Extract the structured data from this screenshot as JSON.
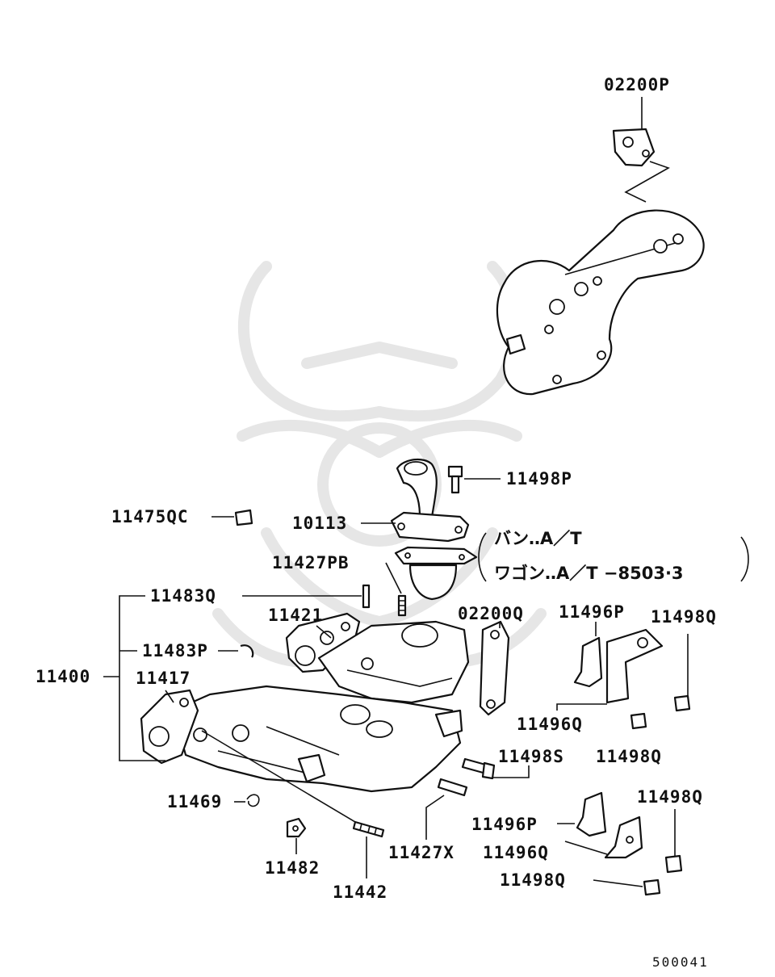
{
  "labels": {
    "p02200P": "02200P",
    "p11498P": "11498P",
    "p11475QC": "11475QC",
    "p10113": "10113",
    "p11427PB": "11427PB",
    "p11483Q": "11483Q",
    "p11421": "11421",
    "p02200Q": "02200Q",
    "p11496P_top": "11496P",
    "p11498Q_top": "11498Q",
    "p11483P": "11483P",
    "p11400": "11400",
    "p11417": "11417",
    "p11496Q_mid": "11496Q",
    "p11498Q_mid": "11498Q",
    "p11498S": "11498S",
    "p11469": "11469",
    "p11498Q_low": "11498Q",
    "p11496P_low": "11496P",
    "p11427X": "11427X",
    "p11496Q_low": "11496Q",
    "p11482": "11482",
    "p11498Q_bot": "11498Q",
    "p11442": "11442"
  },
  "note": {
    "line1": "バン‥A／T",
    "line2": "ワゴン‥A／T −8503·3"
  },
  "diagram_code": "500041"
}
